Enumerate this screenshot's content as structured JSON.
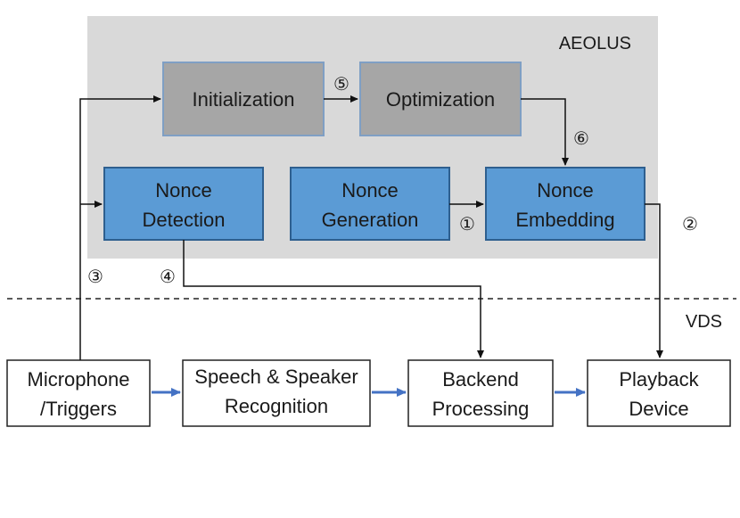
{
  "diagram": {
    "region_label": "AEOLUS",
    "vds_label": "VDS",
    "boxes": {
      "initialization": "Initialization",
      "optimization": "Optimization",
      "nonce_detection_1": "Nonce",
      "nonce_detection_2": "Detection",
      "nonce_generation_1": "Nonce",
      "nonce_generation_2": "Generation",
      "nonce_embedding_1": "Nonce",
      "nonce_embedding_2": "Embedding",
      "microphone_1": "Microphone",
      "microphone_2": "/Triggers",
      "speech_1": "Speech & Speaker",
      "speech_2": "Recognition",
      "backend_1": "Backend",
      "backend_2": "Processing",
      "playback_1": "Playback",
      "playback_2": "Device"
    },
    "step_markers": {
      "s1": "①",
      "s2": "②",
      "s3": "③",
      "s4": "④",
      "s5": "⑤",
      "s6": "⑥"
    },
    "colors": {
      "region_fill": "#d9d9d9",
      "gray_box": "#a6a6a6",
      "gray_box_border": "#7f9fc4",
      "blue_box": "#5b9bd5",
      "blue_box_border": "#2e5f8f",
      "blue_arrow": "#4472c4"
    }
  }
}
